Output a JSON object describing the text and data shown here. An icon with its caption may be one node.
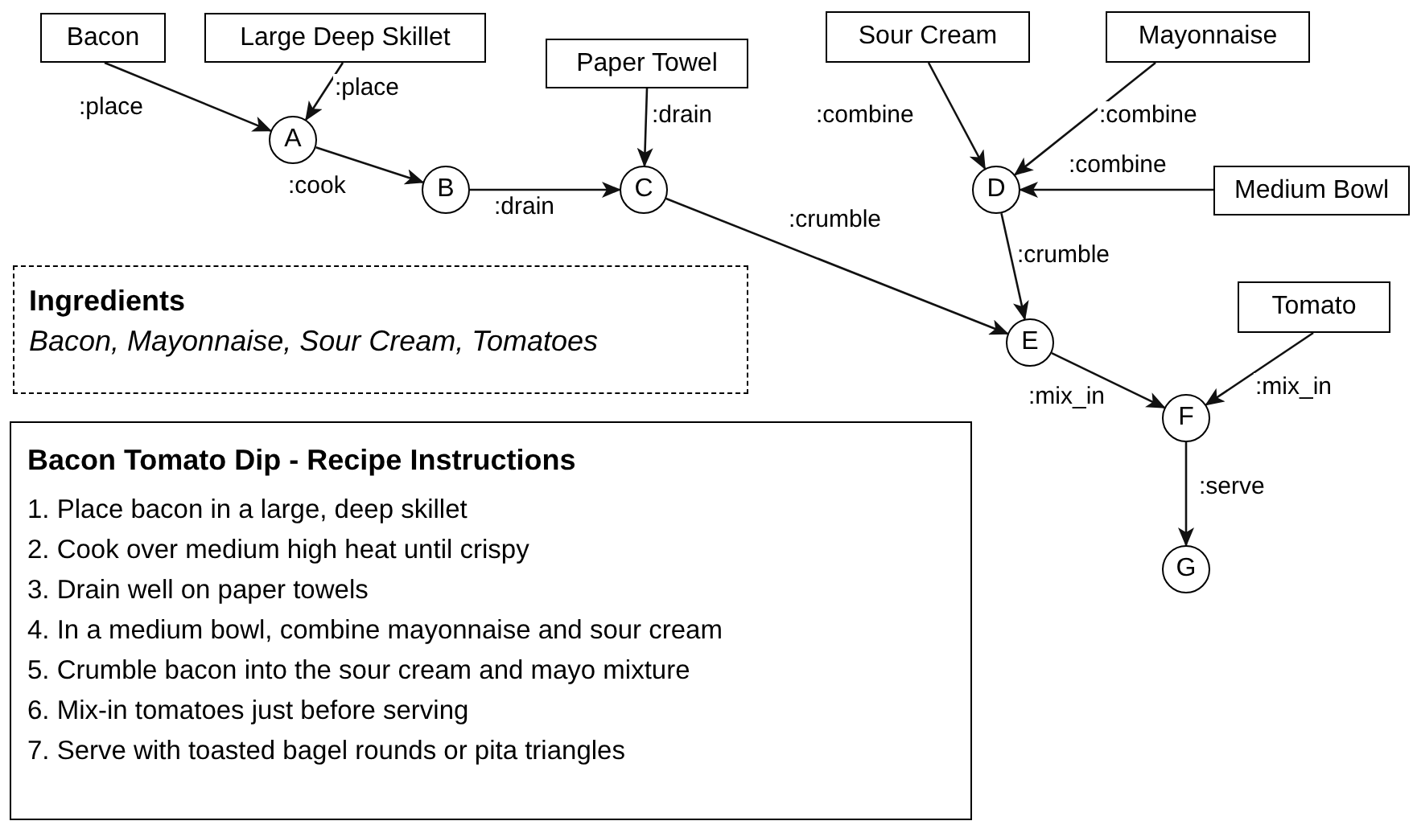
{
  "diagram": {
    "nodes": [
      {
        "text": [
          "Bacon"
        ]
      },
      {
        "text": [
          "Large Deep Skillet"
        ]
      },
      {
        "text": [
          "Paper Towel"
        ]
      },
      {
        "text": [
          "Sour Cream"
        ]
      },
      {
        "text": [
          "Mayonnaise"
        ]
      },
      {
        "text": [
          "A"
        ]
      },
      {
        "text": [
          "B"
        ]
      },
      {
        "text": [
          "C"
        ]
      },
      {
        "text": [
          "D"
        ]
      },
      {
        "text": [
          "Medium Bowl"
        ]
      },
      {
        "text": [
          "Ingredients",
          "Bacon, Mayonnaise, Sour Cream, Tomatoes"
        ]
      },
      {
        "text": [
          "Tomato"
        ]
      },
      {
        "text": [
          "E"
        ]
      },
      {
        "text": [
          "F"
        ]
      },
      {
        "text": [
          "Bacon Tomato Dip - Recipe Instructions",
          "1. Place bacon in a large, deep skillet",
          "2. Cook over medium high heat until crispy",
          "3. Drain well on paper towels",
          "4. In a medium bowl, combine mayonnaise and sour cream",
          "5. Crumble bacon into the sour cream and mayo mixture",
          "6. Mix-in tomatoes just before serving",
          "7. Serve with toasted bagel rounds or pita triangles"
        ]
      },
      {
        "text": [
          "G"
        ]
      }
    ],
    "edges": [
      {
        "from": 0,
        "to": 5,
        "arrow": "to",
        "label": ":place"
      },
      {
        "from": 1,
        "to": 5,
        "arrow": "to",
        "label": ":place"
      },
      {
        "from": 5,
        "to": 6,
        "arrow": "to",
        "label": ":cook"
      },
      {
        "from": 6,
        "to": 7,
        "arrow": "to",
        "label": ":drain"
      },
      {
        "from": 2,
        "to": 7,
        "arrow": "to",
        "label": ":drain"
      },
      {
        "from": 7,
        "to": 12,
        "arrow": "to",
        "label": ":crumble"
      },
      {
        "from": 3,
        "to": 8,
        "arrow": "to",
        "label": ":combine"
      },
      {
        "from": 4,
        "to": 8,
        "arrow": "to",
        "label": ":combine"
      },
      {
        "from": 9,
        "to": 8,
        "arrow": "to",
        "label": ":combine"
      },
      {
        "from": 8,
        "to": 12,
        "arrow": "to",
        "label": ":crumble"
      },
      {
        "from": 12,
        "to": 13,
        "arrow": "to",
        "label": ":mix_in"
      },
      {
        "from": 11,
        "to": 13,
        "arrow": "to",
        "label": ":mix_in"
      },
      {
        "from": 13,
        "to": 15,
        "arrow": "to",
        "label": ":serve"
      }
    ]
  }
}
